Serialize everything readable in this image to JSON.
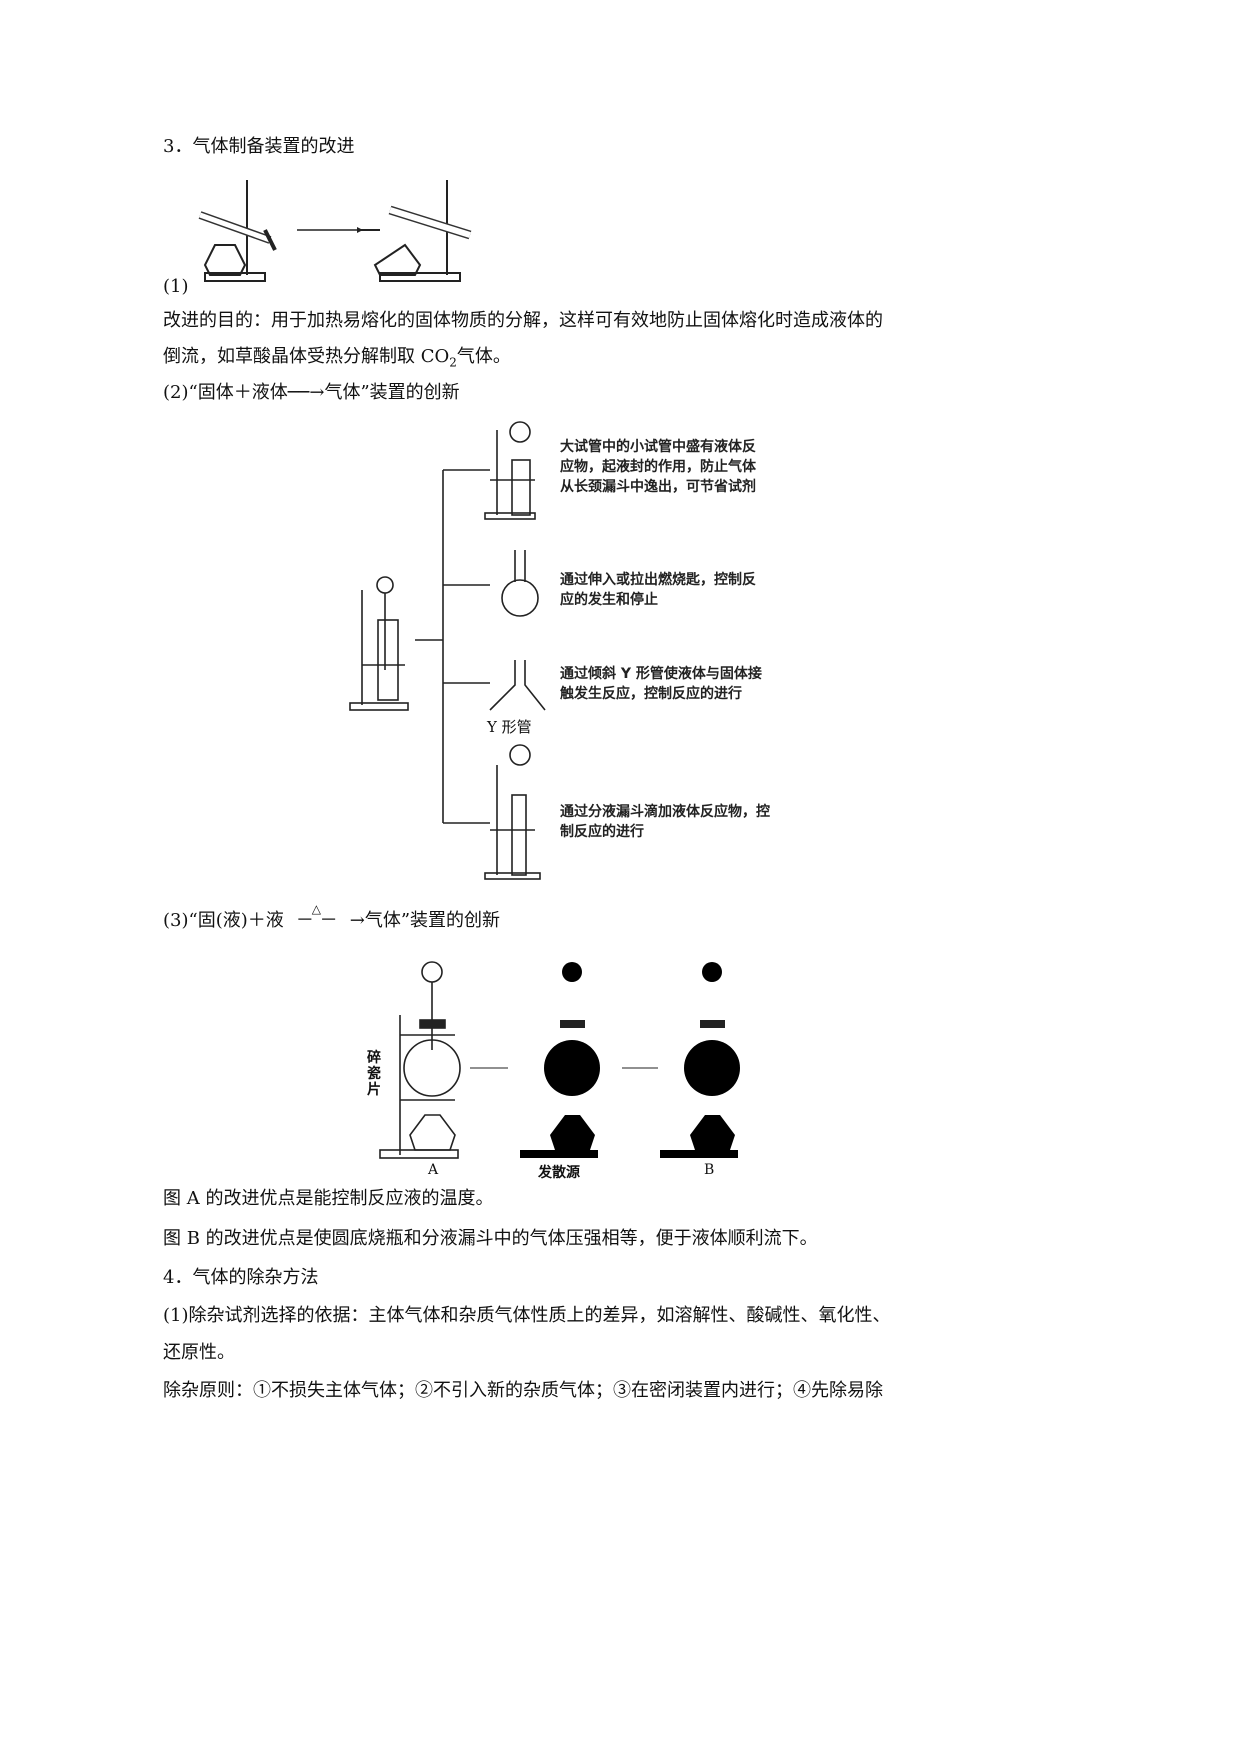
{
  "section3": {
    "heading": "3．气体制备装置的改进",
    "item1_label": "(1)",
    "item1_text_line1": "改进的目的：用于加热易熔化的固体物质的分解，这样可有效地防止固体熔化时造成液体的",
    "item1_text_line2_pre": "倒流，如草酸晶体受热分解制取 CO",
    "item1_text_line2_sub": "2",
    "item1_text_line2_post": "气体。",
    "item2_heading": "(2)“固体＋液体──→气体”装置的创新",
    "item2_captions": [
      "大试管中的小试管中盛有液体反应物，起液封的作用，防止气体从长颈漏斗中逸出，可节省试剂",
      "通过伸入或拉出燃烧匙，控制反应的发生和停止",
      "通过倾斜 Y 形管使液体与固体接触发生反应，控制反应的进行",
      "通过分液漏斗滴加液体反应物，控制反应的进行"
    ],
    "y_tube_label": "Y 形管",
    "item3_heading_pre": "(3)“固(液)＋液",
    "item3_heading_condition": "△",
    "item3_heading_post": "→气体”装置的创新",
    "item3_labels": {
      "a": "A",
      "source": "发散源",
      "b": "B",
      "chips": "碎瓷片"
    },
    "fig_a_text": "图 A 的改进优点是能控制反应液的温度。",
    "fig_b_text": "图 B 的改进优点是使圆底烧瓶和分液漏斗中的气体压强相等，便于液体顺利流下。"
  },
  "section4": {
    "heading": "4．气体的除杂方法",
    "item1_line1": "(1)除杂试剂选择的依据：主体气体和杂质气体性质上的差异，如溶解性、酸碱性、氧化性、",
    "item1_line2": "还原性。",
    "principle_line": "除杂原则：①不损失主体气体；②不引入新的杂质气体；③在密闭装置内进行；④先除易除"
  }
}
